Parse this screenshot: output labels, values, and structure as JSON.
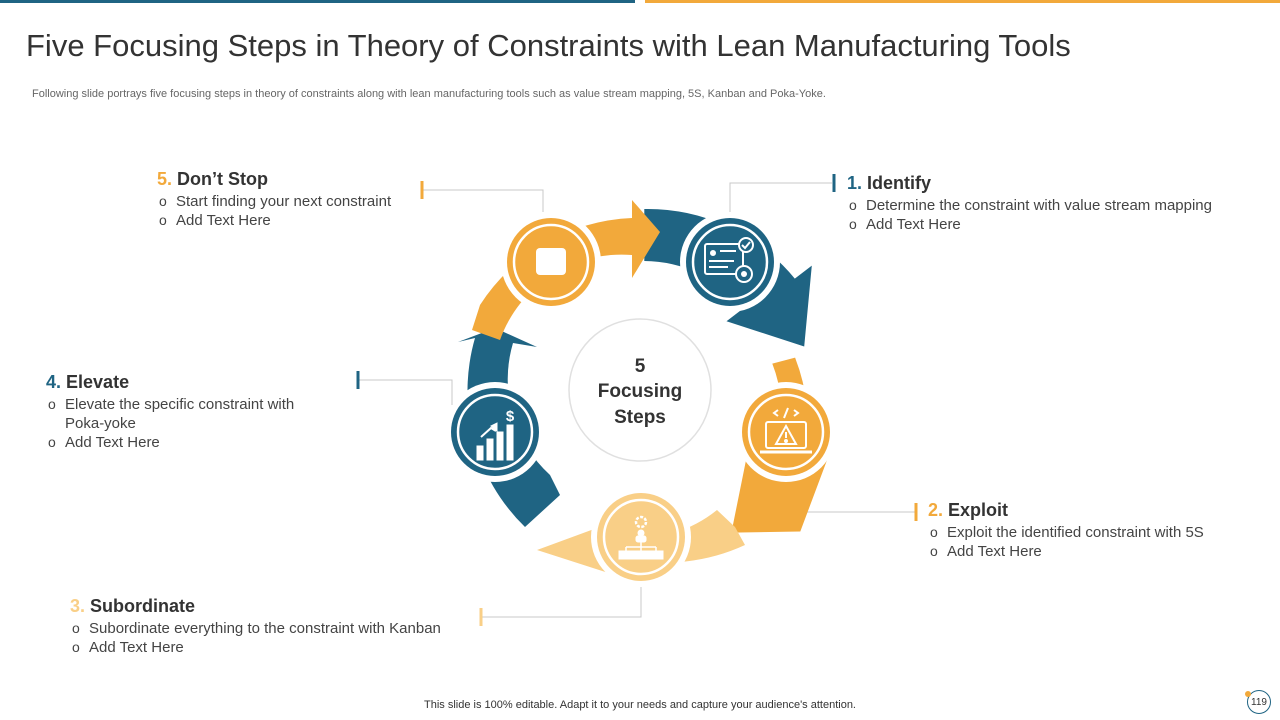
{
  "header": {
    "title": "Five Focusing Steps in Theory of Constraints with Lean Manufacturing Tools",
    "subtitle": "Following slide portrays five focusing steps in theory of constraints along with lean manufacturing tools such as value stream mapping, 5S, Kanban and Poka-Yoke."
  },
  "center": {
    "line1": "5",
    "line2": "Focusing",
    "line3": "Steps"
  },
  "steps": [
    {
      "num": "1.",
      "title": "Identify",
      "bullets": [
        "Determine the constraint with value stream mapping",
        "Add Text Here"
      ],
      "color": "#1f6483",
      "icon": "document-checklist-icon"
    },
    {
      "num": "2.",
      "title": "Exploit",
      "bullets": [
        "Exploit the identified constraint with 5S",
        "Add Text Here"
      ],
      "color": "#f2a93b",
      "icon": "laptop-warning-icon"
    },
    {
      "num": "3.",
      "title": "Subordinate",
      "bullets": [
        "Subordinate everything to the constraint with Kanban",
        "Add Text Here"
      ],
      "color": "#f9cf87",
      "icon": "org-chart-gear-icon"
    },
    {
      "num": "4.",
      "title": "Elevate",
      "bullets": [
        "Elevate the specific constraint with Poka-yoke",
        "Add Text Here"
      ],
      "color": "#1f6483",
      "icon": "growth-chart-icon"
    },
    {
      "num": "5.",
      "title": "Don’t Stop",
      "bullets": [
        "Start finding your next constraint",
        "Add Text Here"
      ],
      "color": "#f2a93b",
      "icon": "stop-square-icon"
    }
  ],
  "footer": {
    "text": "This slide is 100% editable. Adapt it to your needs and capture your audience's attention.",
    "page": "119"
  }
}
